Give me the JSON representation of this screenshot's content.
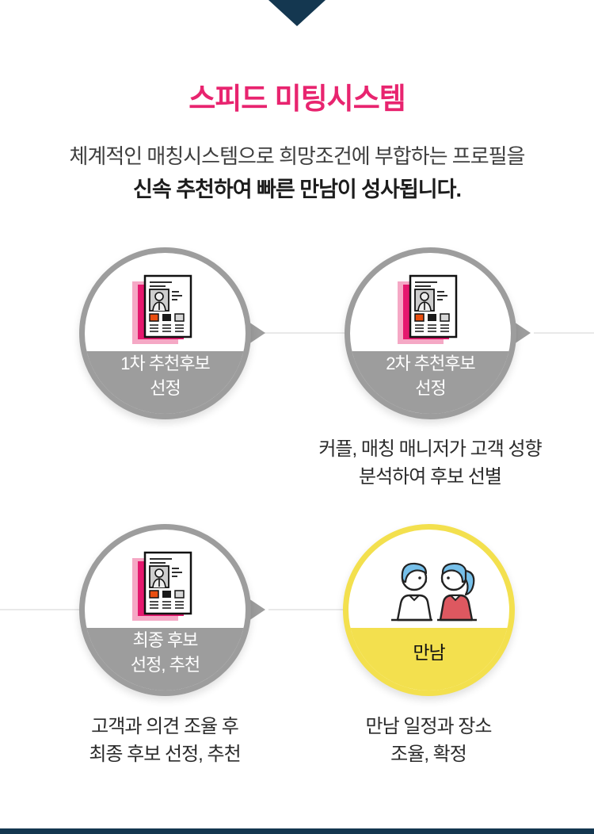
{
  "header": {
    "title": "스피드 미팅시스템",
    "subtitle_line1": "체계적인 매칭시스템으로 희망조건에 부합하는 프로필을",
    "subtitle_line2": "신속 추천하여 빠른 만남이 성사됩니다."
  },
  "steps": [
    {
      "label_line1": "1차 추천후보",
      "label_line2": "선정",
      "icon": "profile-document-icon",
      "theme": "gray"
    },
    {
      "label_line1": "2차 추천후보",
      "label_line2": "선정",
      "icon": "profile-document-icon",
      "theme": "gray",
      "description_line1": "커플, 매칭 매니저가 고객 성향",
      "description_line2": "분석하여 후보 선별"
    },
    {
      "label_line1": "최종 후보",
      "label_line2": "선정, 추천",
      "icon": "profile-document-icon",
      "theme": "gray",
      "description_line1": "고객과 의견 조율 후",
      "description_line2": "최종 후보 선정, 추천"
    },
    {
      "label": "만남",
      "icon": "couple-meeting-icon",
      "theme": "yellow",
      "description_line1": "만남 일정과 장소",
      "description_line2": "조율, 확정"
    }
  ],
  "colors": {
    "accent_pink": "#E8246F",
    "navy": "#143750",
    "circle_gray": "#9D9D9D",
    "circle_yellow": "#F3E04E",
    "connector_line": "#E9E9E9",
    "doc_sheet_magenta": "#E5186E",
    "doc_sheet_light_pink": "#F5A8C5",
    "doc_square_orange": "#E94E0F",
    "hair_blue": "#76C0EA",
    "shirt_red": "#DE5860"
  }
}
